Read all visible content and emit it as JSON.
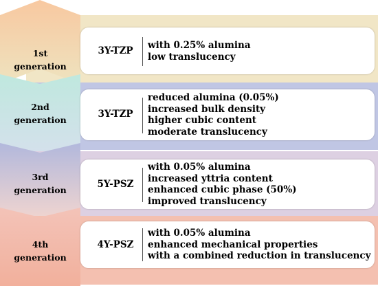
{
  "generations": [
    {
      "gen_line1": "1st",
      "gen_line2": "generation",
      "material": "3Y-TZP",
      "properties": [
        "with 0.25% alumina",
        "low translucency"
      ],
      "colors": {
        "top": "#f8c8a0",
        "bottom": "#eee3bf",
        "band": "#f1e6c6"
      }
    },
    {
      "gen_line1": "2nd",
      "gen_line2": "generation",
      "material": "3Y-TZP",
      "properties": [
        "reduced alumina (0.05%)",
        "increased bulk density",
        "higher cubic content",
        "moderate translucency"
      ],
      "colors": {
        "top": "#bfe8de",
        "bottom": "#d5e0ec",
        "band": "#c0c6e4"
      }
    },
    {
      "gen_line1": "3rd",
      "gen_line2": "generation",
      "material": "5Y-PSZ",
      "properties": [
        "with 0.05% alumina",
        "increased yttria content",
        "enhanced cubic phase (50%)",
        "improved translucency"
      ],
      "colors": {
        "top": "#b2b8dc",
        "bottom": "#f3d6cf",
        "band": "#ddd0e2"
      }
    },
    {
      "gen_line1": "4th",
      "gen_line2": "generation",
      "material": "4Y-PSZ",
      "properties": [
        "with 0.05% alumina",
        "enhanced mechanical properties",
        "with a combined reduction in translucency"
      ],
      "colors": {
        "top": "#f3c3b8",
        "bottom": "#f2b09c",
        "band": "#f4c0b0"
      }
    }
  ]
}
